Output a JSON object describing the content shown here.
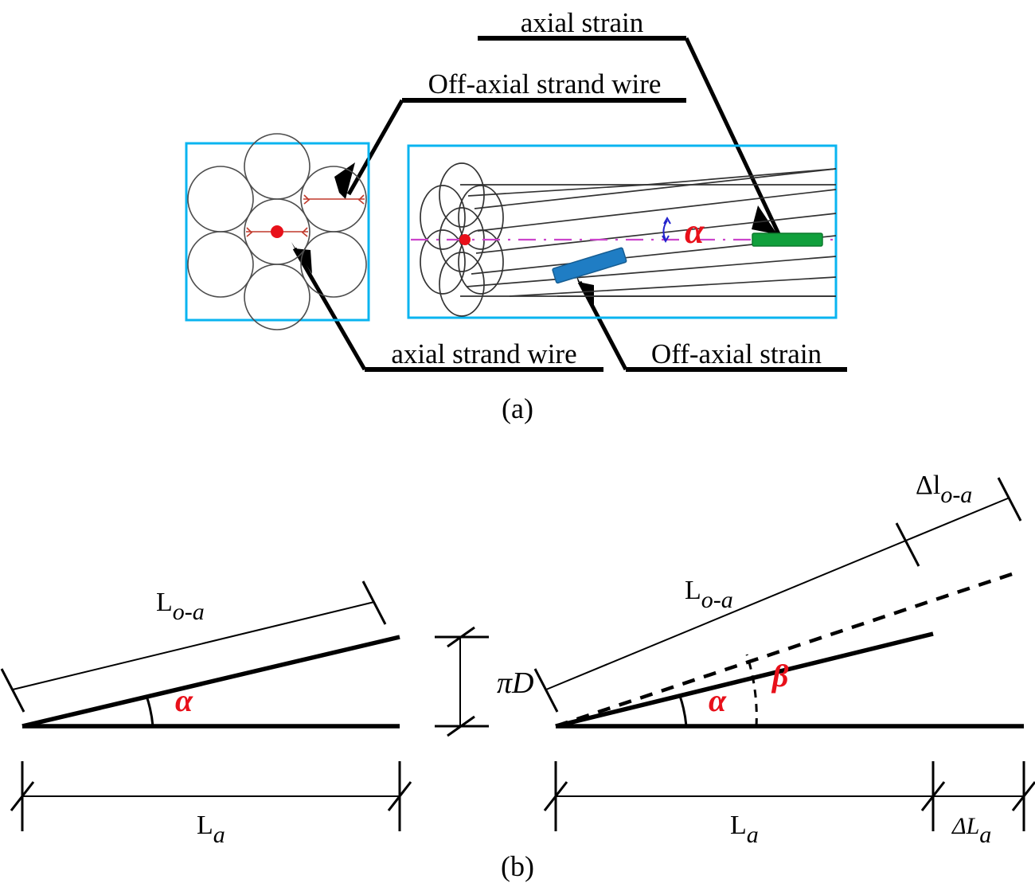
{
  "figure": {
    "panel_a_label": "(a)",
    "panel_b_label": "(b)"
  },
  "panel_a": {
    "callouts": [
      {
        "id": "axial-strain",
        "text": "axial strain"
      },
      {
        "id": "off-axial-strand-wire",
        "text": "Off-axial strand wire"
      },
      {
        "id": "axial-strand-wire",
        "text": "axial strand wire"
      },
      {
        "id": "off-axial-strain",
        "text": "Off-axial strain"
      }
    ],
    "angle_label": "α",
    "markers": [
      {
        "id": "axial-strain-marker",
        "color": "#11a03c",
        "name": "green axial strain gauge"
      },
      {
        "id": "off-axial-strain-marker",
        "color": "#1f7dc4",
        "name": "blue off-axial strain gauge"
      }
    ],
    "colors": {
      "box_border": "#0ab4f0",
      "centerline": "#cc44cc",
      "center_wire_dot": "#e8101a",
      "arc": "#2222cc",
      "wire_outline": "#4d4d4d"
    },
    "cross_section": {
      "wire_count": 7,
      "center_wire_marked": true
    }
  },
  "panel_b": {
    "left": {
      "hypotenuse_label": "L",
      "hypotenuse_sub": "o-a",
      "base_label": "L",
      "base_sub": "a",
      "height_label": "πD",
      "angle_label": "α"
    },
    "right": {
      "hypotenuse_label": "L",
      "hypotenuse_sub": "o-a",
      "delta_hyp_label": "Δl",
      "delta_hyp_sub": "o-a",
      "base_label": "L",
      "base_sub": "a",
      "delta_base_label": "ΔL",
      "delta_base_sub": "a",
      "angle_label": "α",
      "angle_label_2": "β"
    },
    "colors": {
      "angle_text": "#e8101a",
      "line": "#000000"
    }
  }
}
